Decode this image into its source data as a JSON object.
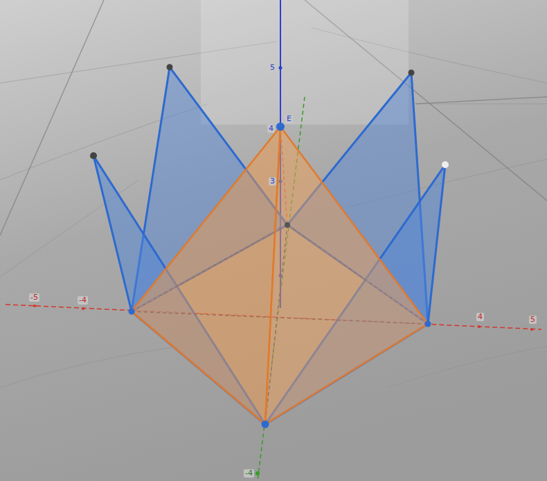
{
  "diagram": {
    "labels": [
      "5",
      "4",
      "E",
      "3",
      "-4",
      "-5",
      "-4",
      "4",
      "5"
    ]
  }
}
